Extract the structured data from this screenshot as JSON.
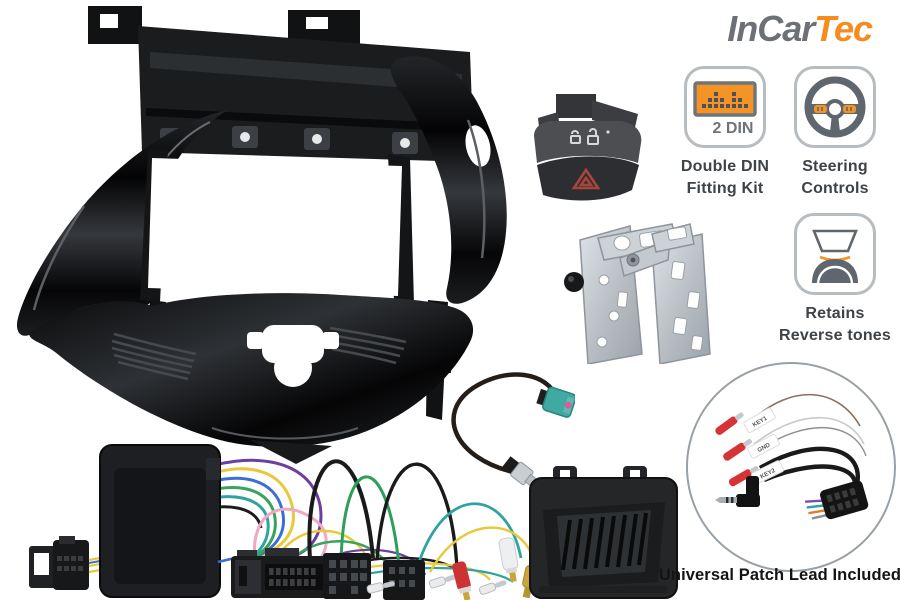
{
  "brand": {
    "name_gray": "InCar",
    "name_orange": "Tec",
    "color_gray": "#6d7177",
    "color_orange": "#f68b1e"
  },
  "features": [
    {
      "icon": "double-din-icon",
      "badge": "2 DIN",
      "line1": "Double DIN",
      "line2": "Fitting Kit"
    },
    {
      "icon": "steering-wheel-icon",
      "line1": "Steering",
      "line2": "Controls"
    },
    {
      "icon": "reverse-sensors-icon",
      "line1": "Retains",
      "line2": "Reverse tones"
    }
  ],
  "patch_lead": {
    "caption": "Universal Patch Lead Included",
    "tags": [
      "KEY1",
      "GND",
      "KEY2"
    ]
  },
  "colors": {
    "accent_orange": "#f49426",
    "icon_gray": "#5f666d",
    "fascia_black": "#0c0d0e",
    "metal_silver": "#c9ced3"
  }
}
